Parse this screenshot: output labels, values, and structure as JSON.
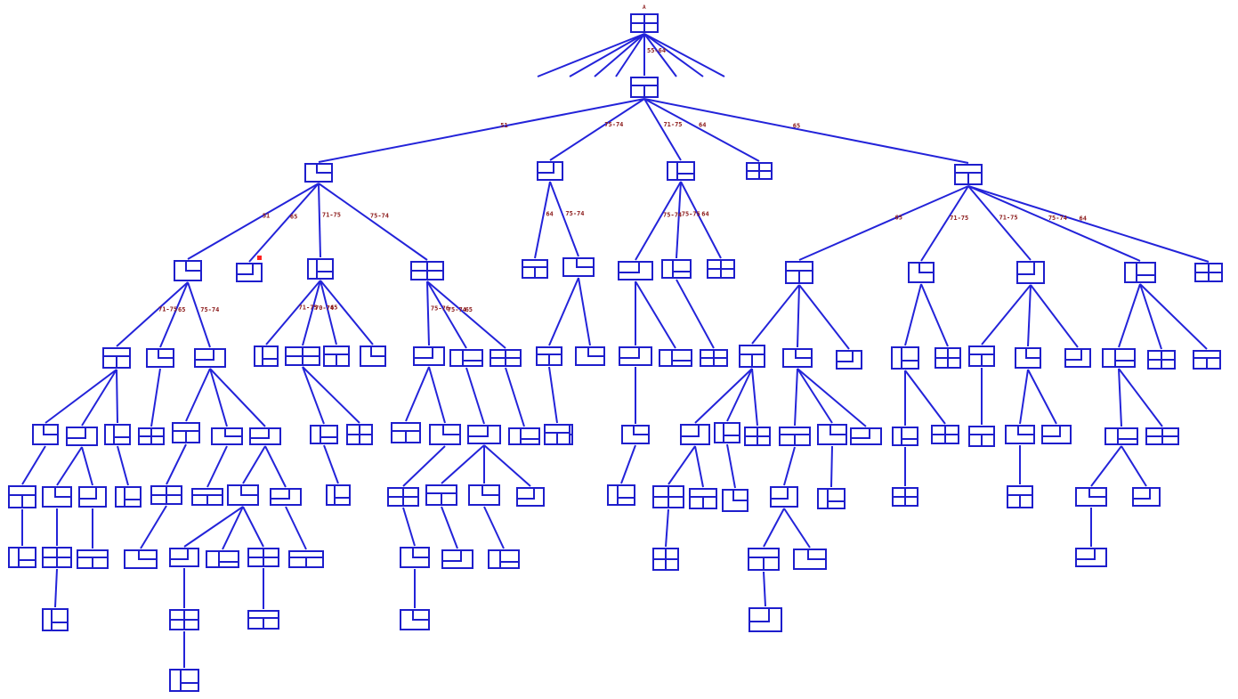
{
  "diagram": {
    "type": "tree",
    "root_mark": "A",
    "colors": {
      "node": "#1e1ecc",
      "edge": "#2323d9",
      "label": "#8b1a1a",
      "highlight": "#ff2020"
    },
    "edge_labels": {
      "l_root": "55-64",
      "l_a": "51",
      "l_b": "75-74",
      "l_c": "71-75",
      "l_d": "64",
      "l_e": "65",
      "l_aa": "51",
      "l_ab": "65",
      "l_ac": "71-75",
      "l_ad": "75-74",
      "l_aaa": "71-75",
      "l_aab": "65",
      "l_aac": "75-74",
      "l_aca": "71-75",
      "l_acb": "70-74",
      "l_acc": "65",
      "l_ada": "75-76",
      "l_adb": "75-74",
      "l_adc": "65",
      "l_ba": "64",
      "l_bb": "75-74",
      "l_ca": "75-74",
      "l_cb": "75-75",
      "l_cc": "64",
      "l_ea": "65",
      "l_eb": "71-75",
      "l_ec": "71-75",
      "l_ed": "75-74",
      "l_ee": "64"
    }
  }
}
